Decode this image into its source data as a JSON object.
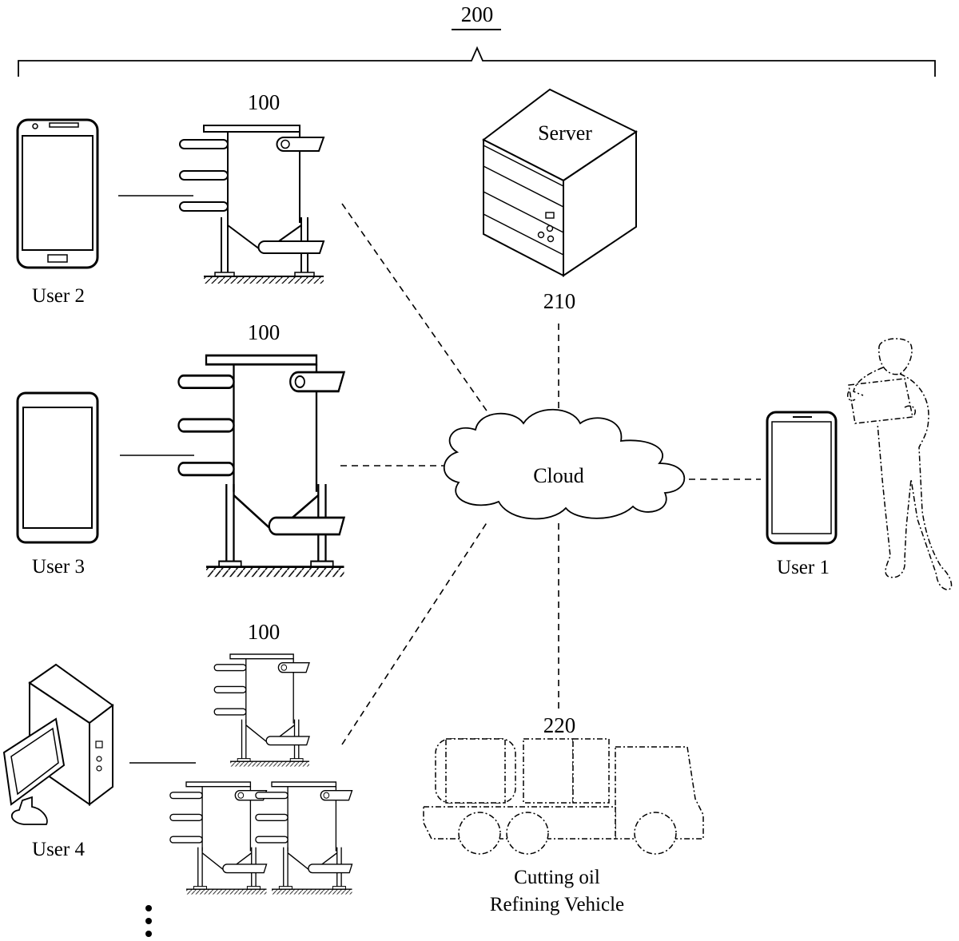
{
  "figure_ref": "200",
  "server": {
    "label": "Server",
    "ref": "210"
  },
  "cloud": {
    "label": "Cloud"
  },
  "vehicle": {
    "ref": "220",
    "label_line1": "Cutting oil",
    "label_line2": "Refining Vehicle"
  },
  "apparatus": {
    "ref_top": "100",
    "ref_middle": "100",
    "ref_bottom": "100"
  },
  "users": {
    "user1": "User 1",
    "user2": "User 2",
    "user3": "User 3",
    "user4": "User 4"
  }
}
